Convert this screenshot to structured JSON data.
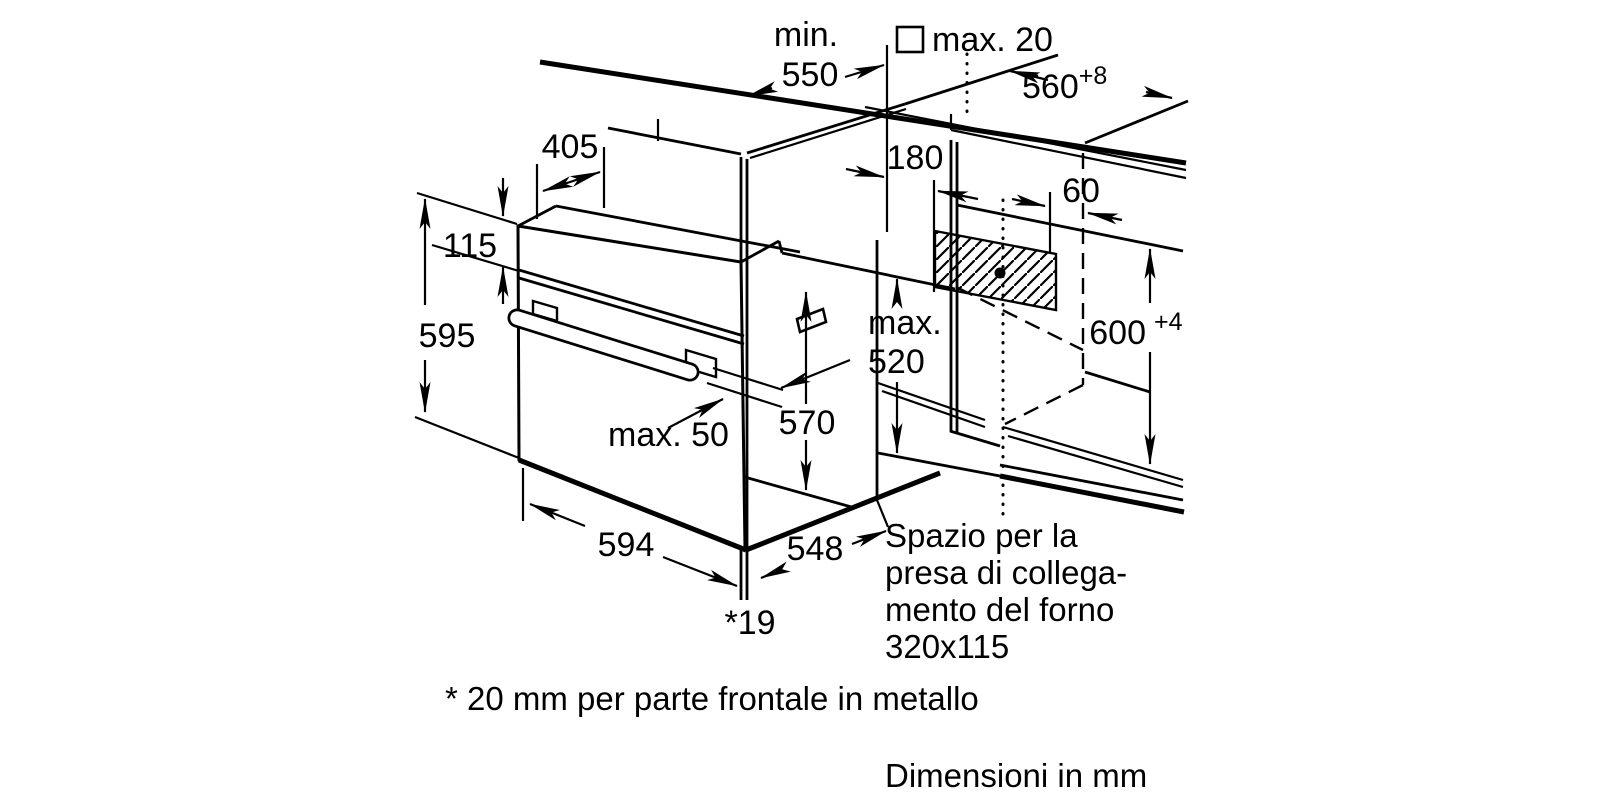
{
  "page": {
    "background_color": "#ffffff",
    "line_color": "#000000",
    "kind": "oven installation dimension drawing"
  },
  "labels": {
    "min550": {
      "line1": "min.",
      "line2": "550"
    },
    "max20": "max. 20",
    "d560": {
      "value": "560",
      "tolerance": "+8"
    },
    "d405": "405",
    "d115": "115",
    "d595": "595",
    "d180": "180",
    "d60": "60",
    "max520": {
      "line1": "max.",
      "line2": "520"
    },
    "d600": {
      "value": "600",
      "tolerance": "+4"
    },
    "d570": "570",
    "max50": "max. 50",
    "d594": "594",
    "d548": "548",
    "star19": "*19"
  },
  "notes": {
    "socket_lines": [
      "Spazio per la",
      "presa di collega-",
      "mento del forno",
      "320x115"
    ],
    "footnote": "* 20 mm per parte frontale in metallo",
    "units": "Dimensioni in mm"
  }
}
